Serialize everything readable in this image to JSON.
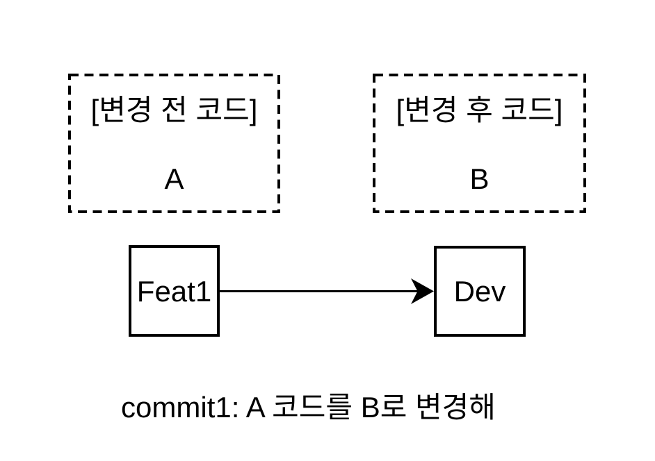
{
  "diagram": {
    "colors": {
      "background": "#ffffff",
      "stroke": "#000000",
      "text": "#000000"
    },
    "before_box": {
      "label": "[변경 전 코드]",
      "value": "A"
    },
    "after_box": {
      "label": "[변경 후 코드]",
      "value": "B"
    },
    "source_node": {
      "label": "Feat1"
    },
    "target_node": {
      "label": "Dev"
    },
    "caption": "commit1: A 코드를 B로 변경해"
  }
}
